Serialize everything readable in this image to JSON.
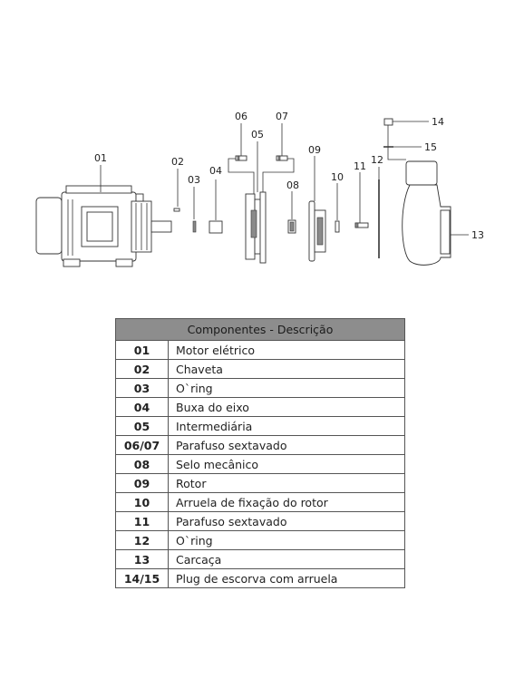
{
  "callouts": [
    "01",
    "02",
    "03",
    "04",
    "05",
    "06",
    "07",
    "08",
    "09",
    "10",
    "11",
    "12",
    "13",
    "14",
    "15"
  ],
  "table": {
    "header": "Componentes - Descrição",
    "rows": [
      {
        "code": "01",
        "desc": "Motor elétrico"
      },
      {
        "code": "02",
        "desc": "Chaveta"
      },
      {
        "code": "03",
        "desc": "O`ring"
      },
      {
        "code": "04",
        "desc": "Buxa do eixo"
      },
      {
        "code": "05",
        "desc": "Intermediária"
      },
      {
        "code": "06/07",
        "desc": "Parafuso sextavado"
      },
      {
        "code": "08",
        "desc": "Selo mecânico"
      },
      {
        "code": "09",
        "desc": "Rotor"
      },
      {
        "code": "10",
        "desc": "Arruela de fixação do rotor"
      },
      {
        "code": "11",
        "desc": "Parafuso sextavado"
      },
      {
        "code": "12",
        "desc": "O`ring"
      },
      {
        "code": "13",
        "desc": "Carcaça"
      },
      {
        "code": "14/15",
        "desc": "Plug de escorva com arruela"
      }
    ]
  }
}
